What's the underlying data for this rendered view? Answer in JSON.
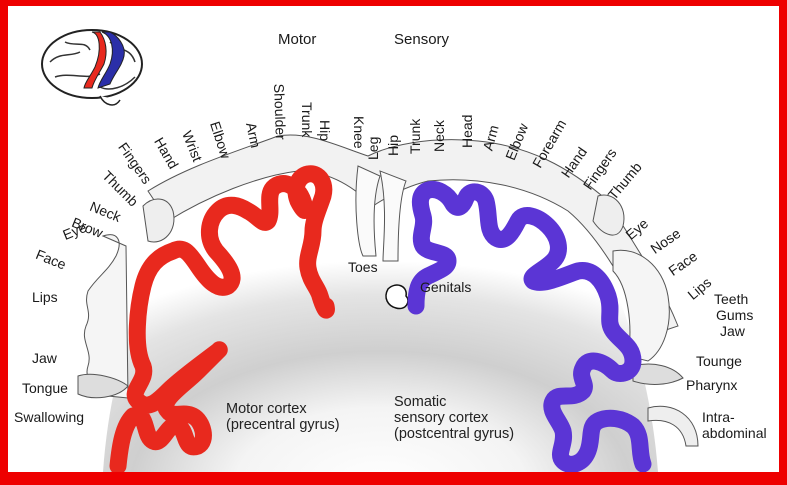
{
  "diagram": {
    "headings": {
      "motor": "Motor",
      "sensory": "Sensory"
    },
    "motor_cortex": {
      "label_line1": "Motor cortex",
      "label_line2": "(precentral gyrus)",
      "color": "#e8291e",
      "body_parts": [
        "Swallowing",
        "Tongue",
        "Jaw",
        "Lips",
        "Face",
        "Eye",
        "Brow",
        "Neck",
        "Thumb",
        "Fingers",
        "Hand",
        "Wrist",
        "Elbow",
        "Arm",
        "Shoulder",
        "Trunk",
        "Hip",
        "Knee",
        "Toes"
      ]
    },
    "sensory_cortex": {
      "label_line1": "Somatic",
      "label_line2": "sensory cortex",
      "label_line3": "(postcentral gyrus)",
      "color": "#5b35d5",
      "body_parts": [
        "Genitals",
        "Leg",
        "Hip",
        "Trunk",
        "Neck",
        "Head",
        "Arm",
        "Elbow",
        "Forearm",
        "Hand",
        "Fingers",
        "Thumb",
        "Eye",
        "Nose",
        "Face",
        "Lips",
        "Teeth",
        "Gums",
        "Jaw",
        "Tounge",
        "Pharynx",
        "Intra-",
        "abdominal"
      ]
    },
    "frame_color": "#ee0000",
    "brain_inset": {
      "motor_strip_color": "#e8291e",
      "sensory_strip_color": "#2b2fa8"
    }
  }
}
